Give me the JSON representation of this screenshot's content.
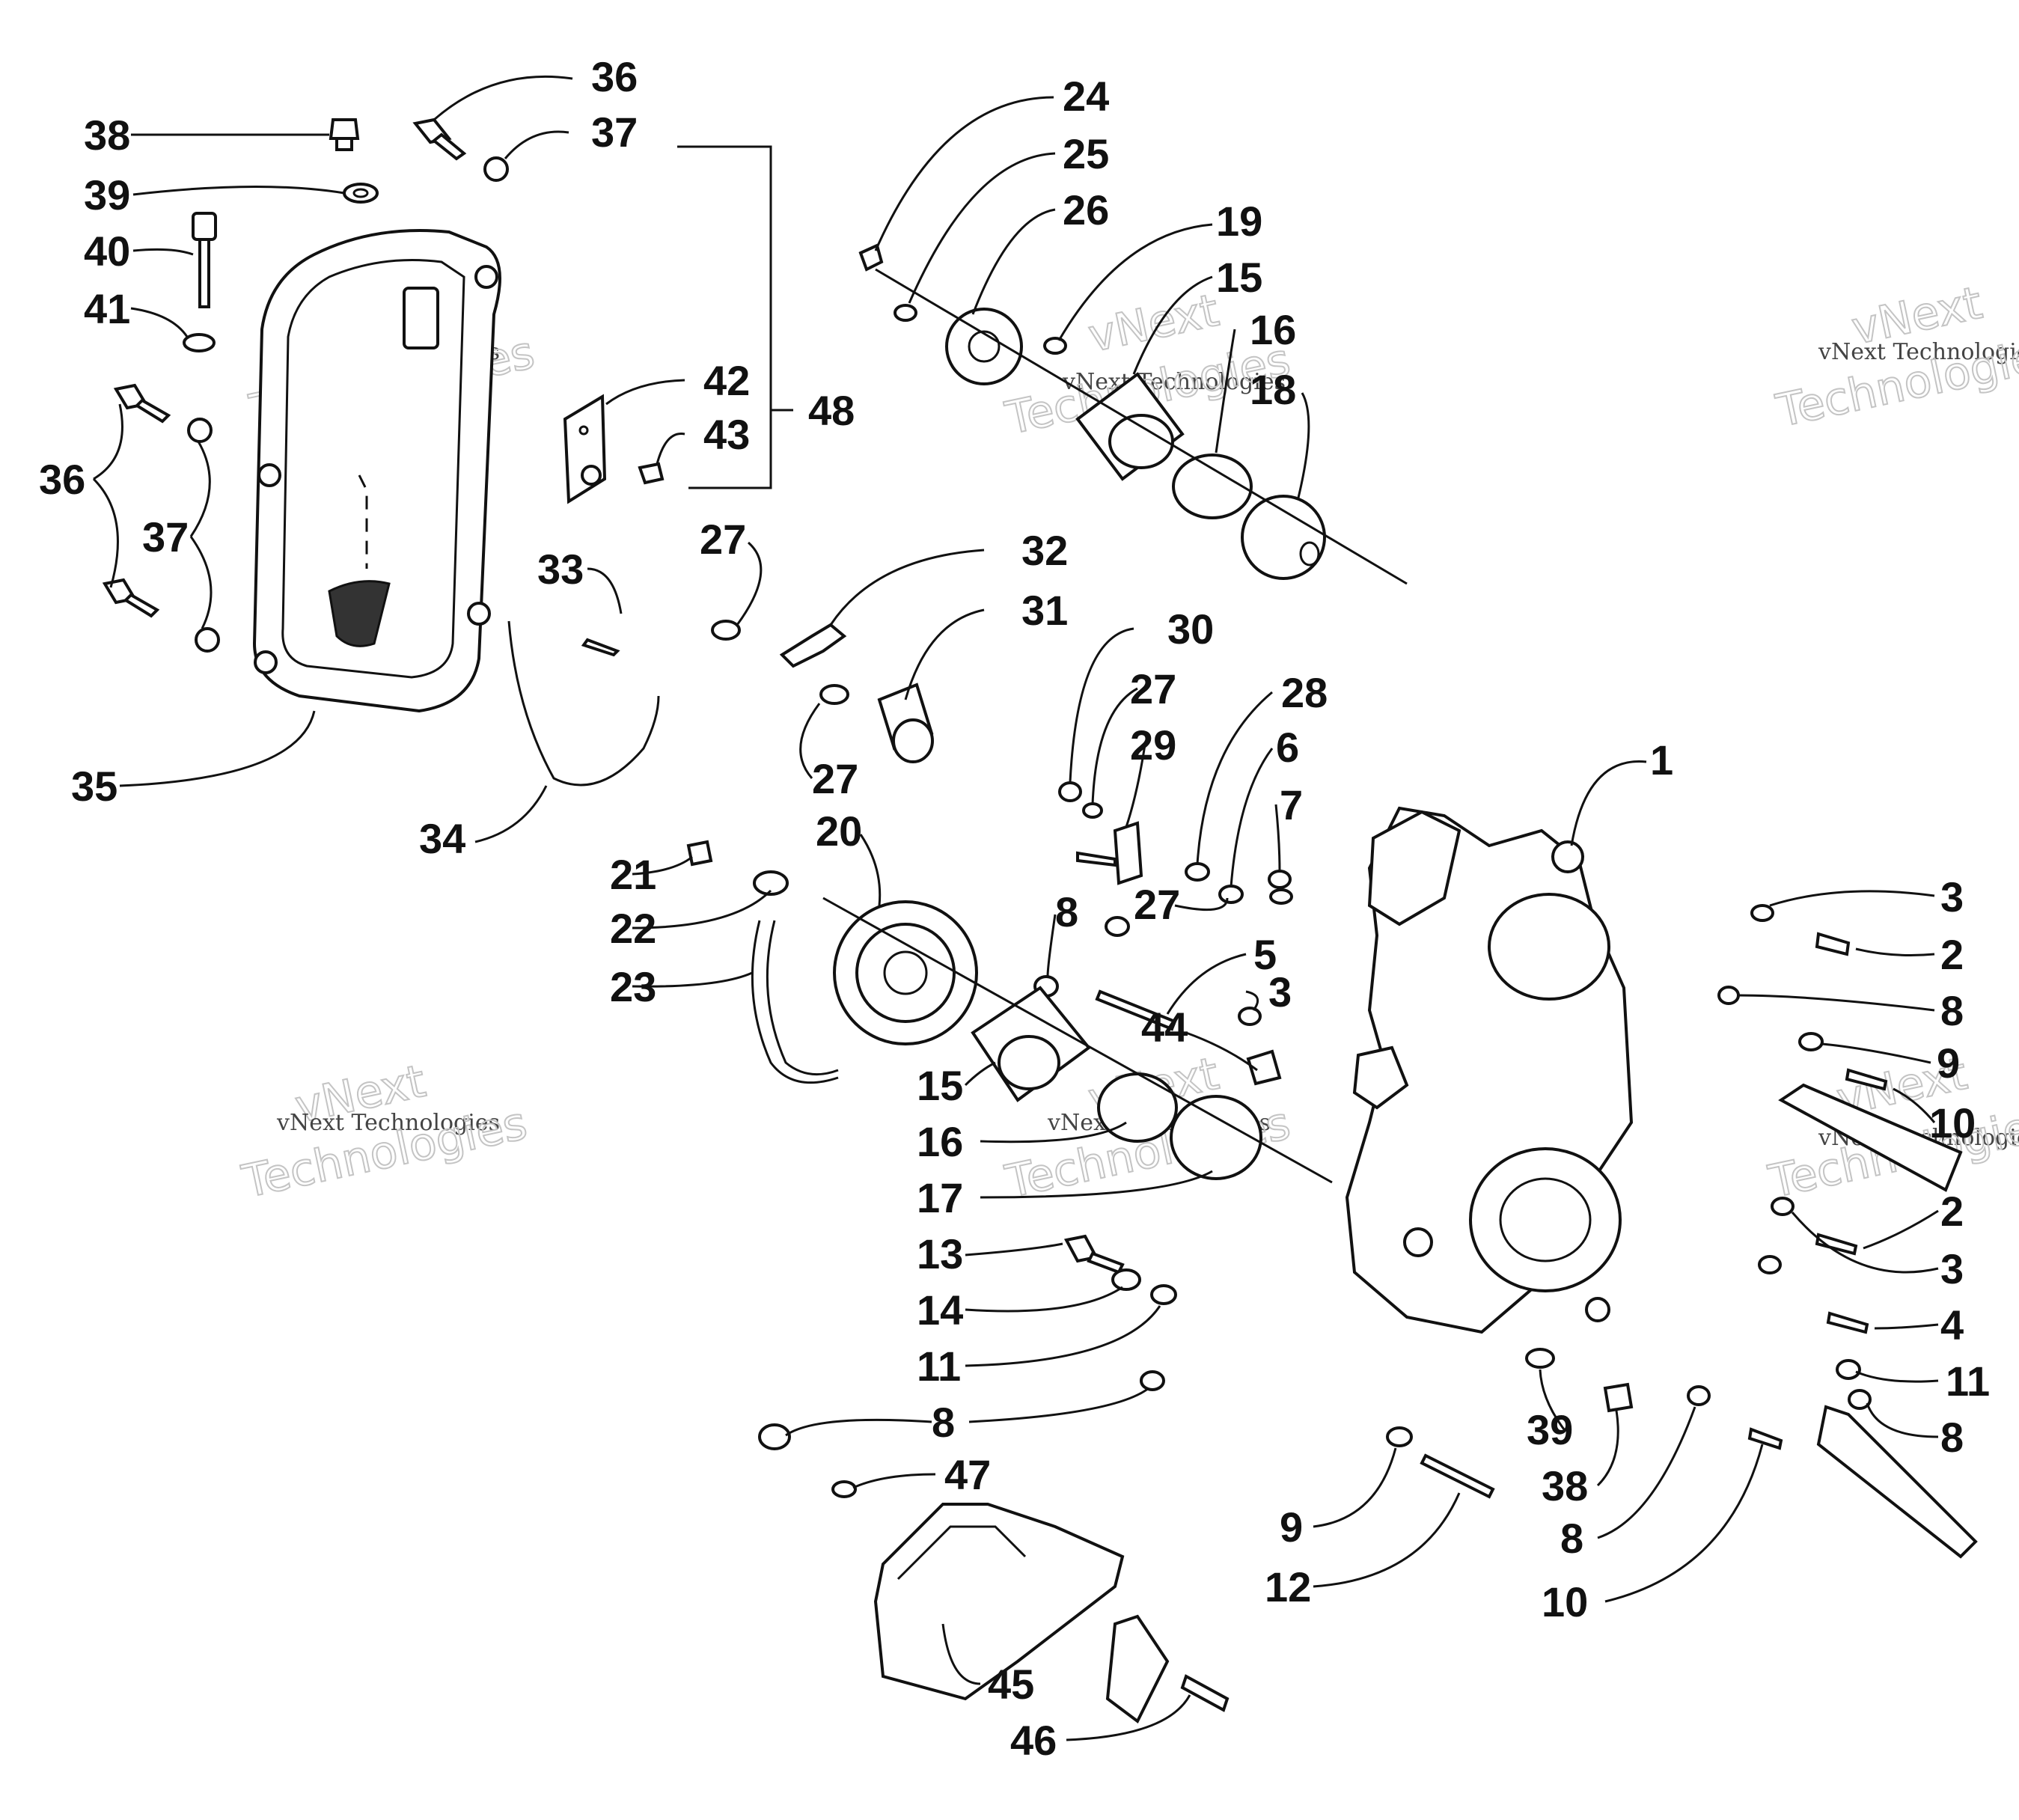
{
  "watermark": {
    "line1": "vNext",
    "line2": "vNext Technologies",
    "line3": "Technologies"
  },
  "callouts": [
    {
      "id": "c1",
      "text": "1"
    },
    {
      "id": "c2a",
      "text": "2"
    },
    {
      "id": "c2b",
      "text": "2"
    },
    {
      "id": "c3a",
      "text": "3"
    },
    {
      "id": "c3b",
      "text": "3"
    },
    {
      "id": "c3c",
      "text": "3"
    },
    {
      "id": "c4",
      "text": "4"
    },
    {
      "id": "c5",
      "text": "5"
    },
    {
      "id": "c6",
      "text": "6"
    },
    {
      "id": "c7",
      "text": "7"
    },
    {
      "id": "c8a",
      "text": "8"
    },
    {
      "id": "c8b",
      "text": "8"
    },
    {
      "id": "c8c",
      "text": "8"
    },
    {
      "id": "c8d",
      "text": "8"
    },
    {
      "id": "c8e",
      "text": "8"
    },
    {
      "id": "c9a",
      "text": "9"
    },
    {
      "id": "c9b",
      "text": "9"
    },
    {
      "id": "c10a",
      "text": "10"
    },
    {
      "id": "c10b",
      "text": "10"
    },
    {
      "id": "c11a",
      "text": "11"
    },
    {
      "id": "c11b",
      "text": "11"
    },
    {
      "id": "c12",
      "text": "12"
    },
    {
      "id": "c13",
      "text": "13"
    },
    {
      "id": "c14",
      "text": "14"
    },
    {
      "id": "c15a",
      "text": "15"
    },
    {
      "id": "c15b",
      "text": "15"
    },
    {
      "id": "c16a",
      "text": "16"
    },
    {
      "id": "c16b",
      "text": "16"
    },
    {
      "id": "c17",
      "text": "17"
    },
    {
      "id": "c18",
      "text": "18"
    },
    {
      "id": "c19",
      "text": "19"
    },
    {
      "id": "c20",
      "text": "20"
    },
    {
      "id": "c21",
      "text": "21"
    },
    {
      "id": "c22",
      "text": "22"
    },
    {
      "id": "c23",
      "text": "23"
    },
    {
      "id": "c24",
      "text": "24"
    },
    {
      "id": "c25",
      "text": "25"
    },
    {
      "id": "c26",
      "text": "26"
    },
    {
      "id": "c27a",
      "text": "27"
    },
    {
      "id": "c27b",
      "text": "27"
    },
    {
      "id": "c27c",
      "text": "27"
    },
    {
      "id": "c27d",
      "text": "27"
    },
    {
      "id": "c28",
      "text": "28"
    },
    {
      "id": "c29",
      "text": "29"
    },
    {
      "id": "c30",
      "text": "30"
    },
    {
      "id": "c31",
      "text": "31"
    },
    {
      "id": "c32",
      "text": "32"
    },
    {
      "id": "c33",
      "text": "33"
    },
    {
      "id": "c34",
      "text": "34"
    },
    {
      "id": "c35",
      "text": "35"
    },
    {
      "id": "c36a",
      "text": "36"
    },
    {
      "id": "c36b",
      "text": "36"
    },
    {
      "id": "c37a",
      "text": "37"
    },
    {
      "id": "c37b",
      "text": "37"
    },
    {
      "id": "c38a",
      "text": "38"
    },
    {
      "id": "c38b",
      "text": "38"
    },
    {
      "id": "c39a",
      "text": "39"
    },
    {
      "id": "c39b",
      "text": "39"
    },
    {
      "id": "c40",
      "text": "40"
    },
    {
      "id": "c41",
      "text": "41"
    },
    {
      "id": "c42",
      "text": "42"
    },
    {
      "id": "c43",
      "text": "43"
    },
    {
      "id": "c44",
      "text": "44"
    },
    {
      "id": "c45",
      "text": "45"
    },
    {
      "id": "c46",
      "text": "46"
    },
    {
      "id": "c47",
      "text": "47"
    },
    {
      "id": "c48",
      "text": "48"
    }
  ]
}
